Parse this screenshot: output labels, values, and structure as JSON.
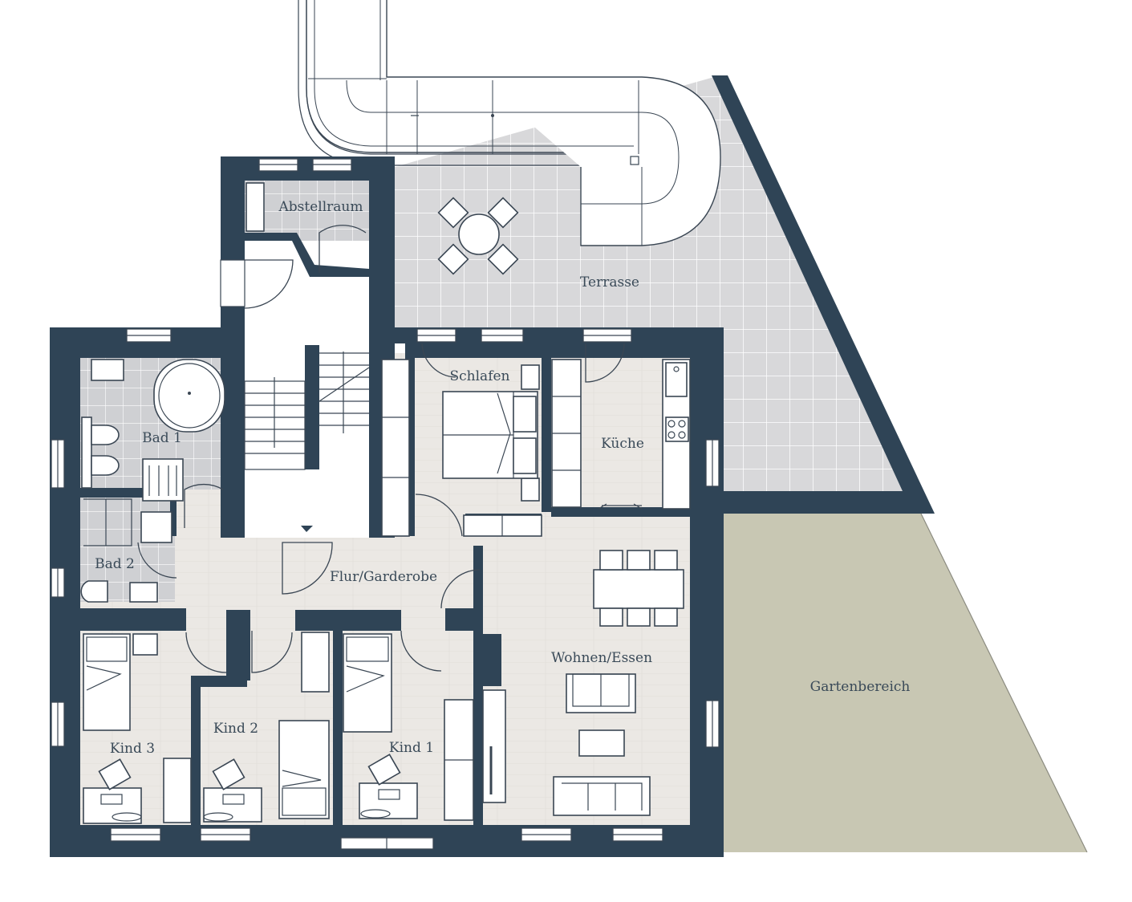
{
  "rooms": {
    "abstellraum": "Abstellraum",
    "terrasse": "Terrasse",
    "bad1": "Bad 1",
    "schlafen": "Schlafen",
    "kueche": "Küche",
    "bad2": "Bad 2",
    "flur": "Flur/Garderobe",
    "wohnen": "Wohnen/Essen",
    "garten": "Gartenbereich",
    "kind2": "Kind 2",
    "kind3": "Kind 3",
    "kind1": "Kind 1"
  },
  "colors": {
    "wall": "#2f4456",
    "tile": "#d8d8da",
    "tile_line": "#ffffff",
    "wood": "#ebe8e4",
    "garden": "#c8c7b3",
    "stair": "#ffffff"
  }
}
